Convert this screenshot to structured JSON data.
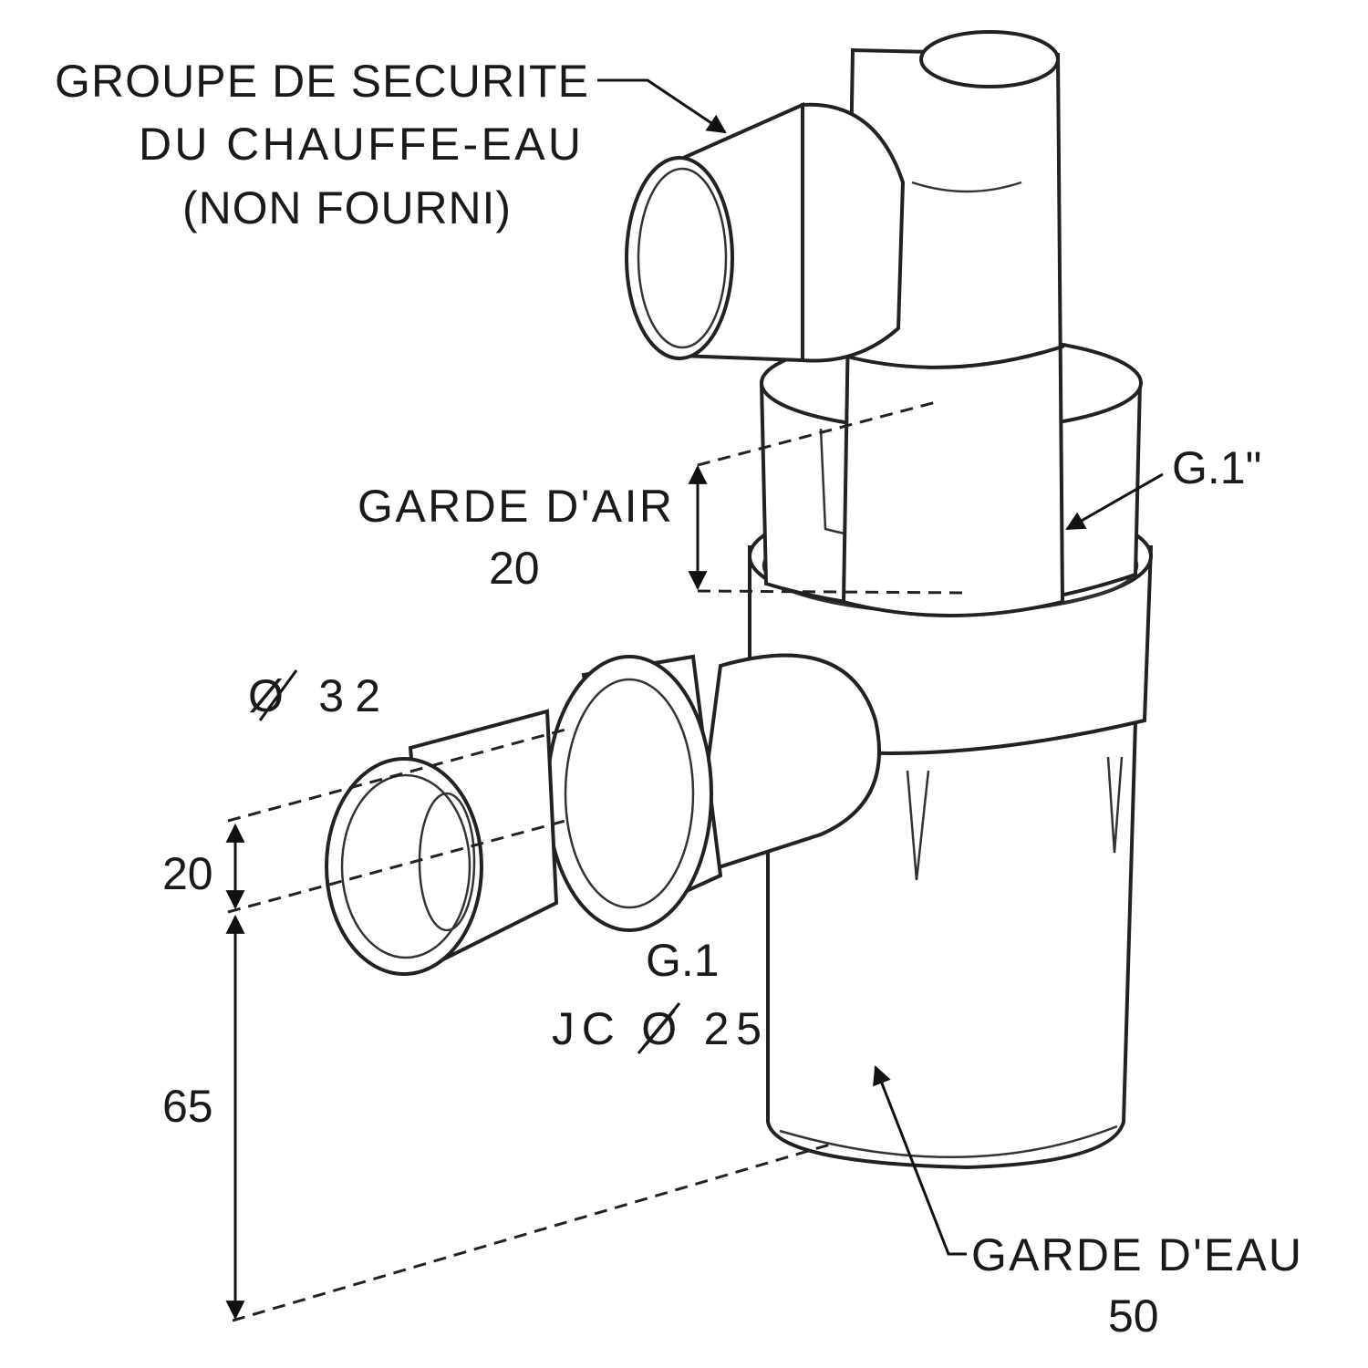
{
  "labels": {
    "safety_group_line1": "GROUPE DE SECURITE",
    "safety_group_line2": "DU CHAUFFE-EAU",
    "safety_group_line3": "(NON FOURNI)",
    "air_gap_title": "GARDE D'AIR",
    "air_gap_value": "20",
    "thread_top": "G.1\"",
    "outlet_diameter": "Ø 32",
    "dim_20": "20",
    "dim_65": "65",
    "thread_outlet": "G.1",
    "seal_diameter": "JC Ø 25",
    "water_seal_title": "GARDE D'EAU",
    "water_seal_value": "50"
  }
}
